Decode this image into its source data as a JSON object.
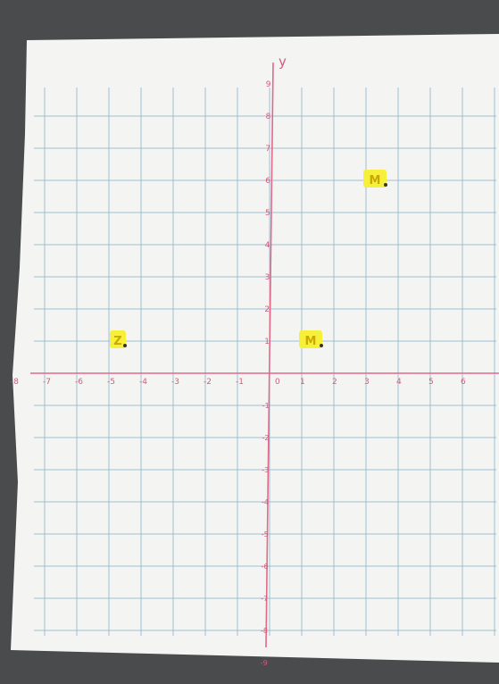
{
  "photo": {
    "description_color": {
      "table": "#4a4b4d",
      "paper": "#f4f5f3",
      "grid": "#9fbfd2",
      "axes": "#e06a8a",
      "sticky": "#f7f03a"
    }
  },
  "graph_paper": {
    "y_axis_label": "y",
    "x_ticks": [
      "-8",
      "-7",
      "-6",
      "-5",
      "-4",
      "-3",
      "-2",
      "-1",
      "0",
      "1",
      "2",
      "3",
      "4",
      "5",
      "6"
    ],
    "y_ticks_positive": [
      "1",
      "2",
      "3",
      "4",
      "5",
      "6",
      "7",
      "8",
      "9"
    ],
    "y_ticks_negative": [
      "-1",
      "-2",
      "-3",
      "-4",
      "-5",
      "-6",
      "-7",
      "-8",
      "-9"
    ]
  },
  "stickers": [
    {
      "label": "M",
      "x": 3,
      "y": 6
    },
    {
      "label": "Z",
      "x": -5,
      "y": 1
    },
    {
      "label": "M",
      "x": 1,
      "y": 1
    }
  ]
}
